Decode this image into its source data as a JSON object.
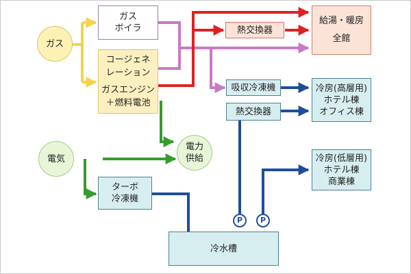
{
  "nodes": {
    "gas": "ガス",
    "electricity": "電気",
    "gas_boiler": [
      "ガス",
      "ボイラ"
    ],
    "cogeneration": [
      "コージェネ",
      "レーション",
      "ガスエンジン",
      "＋燃料電池"
    ],
    "heat_exchanger_top": "熱交換器",
    "heat_exchanger_mid": "熱交換器",
    "absorption_chiller": "吸収冷凍機",
    "hot_water_heating": [
      "給湯・暖房",
      "全館"
    ],
    "cooling_high": [
      "冷房(高層用)",
      "ホテル棟",
      "オフィス棟"
    ],
    "cooling_low": [
      "冷房(低層用)",
      "ホテル棟",
      "商業棟"
    ],
    "power_supply": [
      "電力",
      "供給"
    ],
    "turbo_chiller": [
      "ターボ",
      "冷凍機"
    ],
    "cold_water_tank": "冷水槽",
    "pump_label": "P"
  },
  "colors": {
    "gas_line": "#f5d34a",
    "electric_line": "#3a9a2e",
    "hot_line": "#e02020",
    "steam_line": "#c77ac4",
    "cold_line": "#1f4e99",
    "circle_fill": "#fdf1b5",
    "circle_border": "#d9c65a",
    "green_circle_fill": "#e8f5d6",
    "green_circle_border": "#a9c98a",
    "cogen_fill": "#fdf0c0",
    "cogen_border": "#d6c36a",
    "boiler_fill": "#ffffff",
    "boiler_border": "#9a80a8",
    "hx_top_fill": "#fbe3d8",
    "hx_top_border": "#e07060",
    "hot_out_fill": "#fbe3d8",
    "hot_out_border": "#c9836e",
    "cold_fill": "#d7eef0",
    "cold_border": "#4b7d95"
  },
  "icons": {
    "pump": "pump-icon"
  }
}
